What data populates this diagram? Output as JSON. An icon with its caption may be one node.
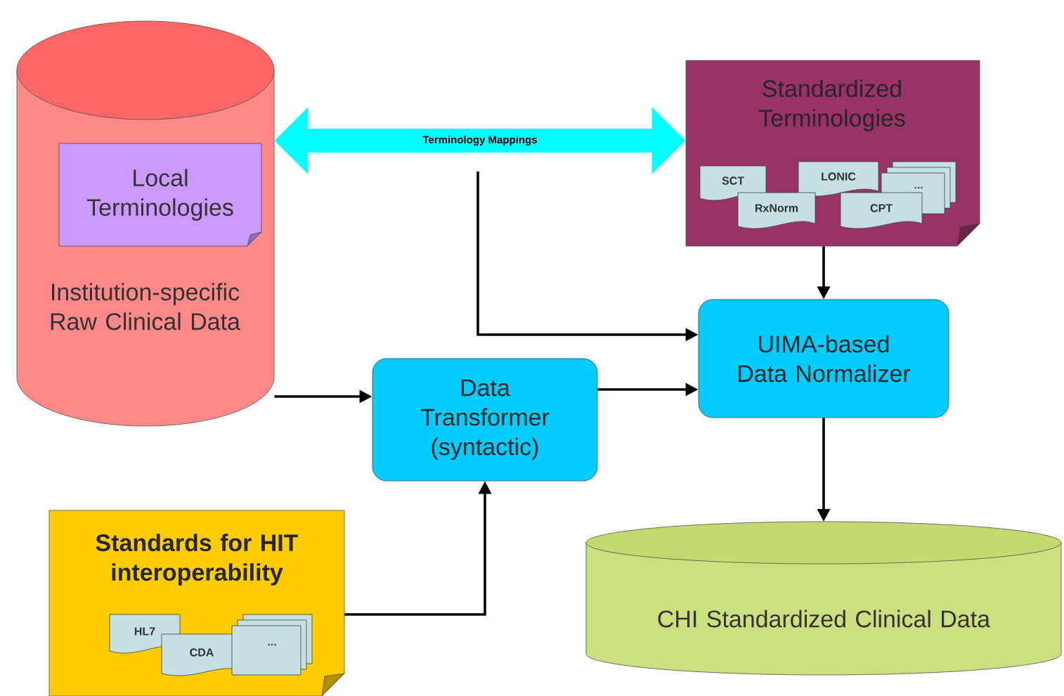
{
  "diagram": {
    "nodes": [
      {
        "text": [
          "Institution-specific Raw Clinical Data"
        ]
      },
      {
        "text": [
          "Local Terminologies"
        ],
        "in": 0
      },
      {
        "text": [
          "Standardized Terminologies"
        ]
      },
      {
        "text": [
          "SCT"
        ],
        "in": 2
      },
      {
        "text": [
          "LONIC"
        ],
        "in": 2
      },
      {
        "text": [
          "..."
        ],
        "in": 2
      },
      {
        "text": [
          "RxNorm"
        ],
        "in": 2
      },
      {
        "text": [
          "CPT"
        ],
        "in": 2
      },
      {
        "text": [
          "Data Transformer (syntactic)"
        ]
      },
      {
        "text": [
          "UIMA-based Data Normalizer"
        ]
      },
      {
        "text": [
          "Standards for HIT interoperability"
        ]
      },
      {
        "text": [
          "HL7"
        ],
        "in": 10
      },
      {
        "text": [
          "CDA"
        ],
        "in": 10
      },
      {
        "text": [
          "..."
        ],
        "in": 10
      },
      {
        "text": [
          "CHI Standardized Clinical Data"
        ]
      }
    ],
    "edges": [
      {
        "from": 0,
        "to": 2,
        "arrow": "both",
        "label": "Terminology Mappings",
        "style": "thick",
        "color": "#00ffff"
      },
      {
        "from": null,
        "to": 9,
        "arrow": "to"
      },
      {
        "from": 2,
        "to": 9,
        "arrow": "to"
      },
      {
        "from": 0,
        "to": 8,
        "arrow": "to"
      },
      {
        "from": 8,
        "to": 9,
        "arrow": "to"
      },
      {
        "from": 10,
        "to": 8,
        "arrow": "to"
      },
      {
        "from": 9,
        "to": 14,
        "arrow": "to"
      }
    ]
  }
}
